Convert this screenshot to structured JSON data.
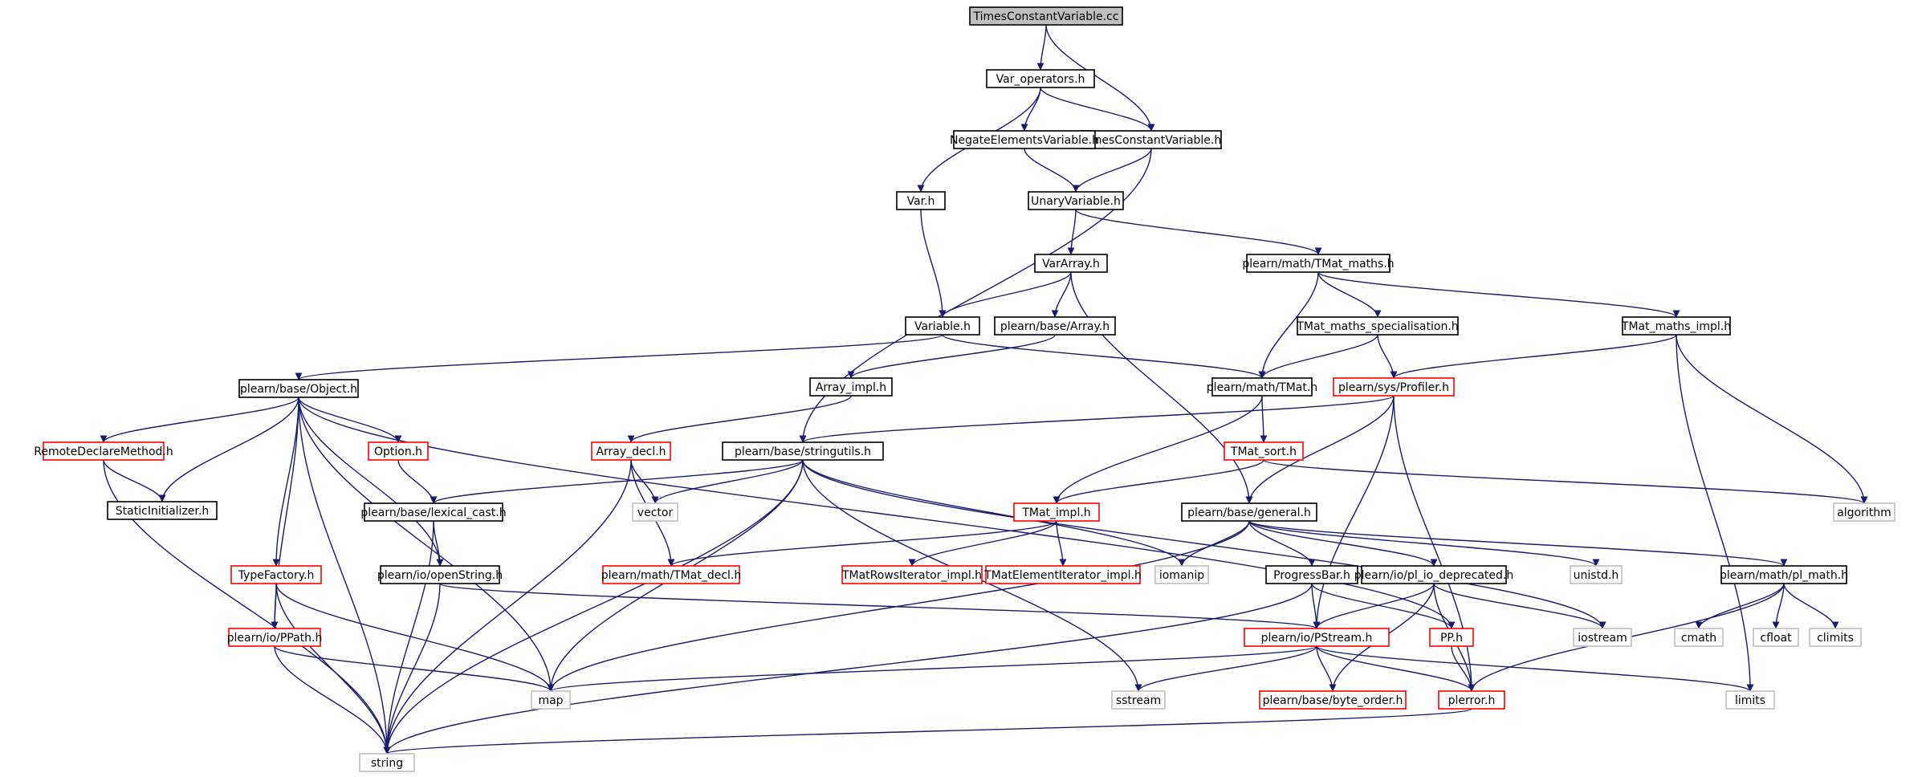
{
  "colors": {
    "edge": "#191970",
    "root_fill": "#bfbfbf",
    "border_documented": "#000000",
    "border_truncated": "#ff0000",
    "border_external": "#bfbfbf"
  },
  "nodes": [
    {
      "id": "n_root",
      "label": "TimesConstantVariable.cc",
      "kind": "root"
    },
    {
      "id": "n_varops",
      "label": "Var_operators.h",
      "kind": "normal"
    },
    {
      "id": "n_tcvh",
      "label": "TimesConstantVariable.h",
      "kind": "normal"
    },
    {
      "id": "n_neg",
      "label": "NegateElementsVariable.h",
      "kind": "normal"
    },
    {
      "id": "n_var",
      "label": "Var.h",
      "kind": "normal"
    },
    {
      "id": "n_unary",
      "label": "UnaryVariable.h",
      "kind": "normal"
    },
    {
      "id": "n_vararray",
      "label": "VarArray.h",
      "kind": "normal"
    },
    {
      "id": "n_tmatmaths",
      "label": "plearn/math/TMat_maths.h",
      "kind": "normal"
    },
    {
      "id": "n_variable",
      "label": "Variable.h",
      "kind": "normal"
    },
    {
      "id": "n_array",
      "label": "plearn/base/Array.h",
      "kind": "normal"
    },
    {
      "id": "n_spec",
      "label": "TMat_maths_specialisation.h",
      "kind": "normal"
    },
    {
      "id": "n_mathsimpl",
      "label": "TMat_maths_impl.h",
      "kind": "normal"
    },
    {
      "id": "n_object",
      "label": "plearn/base/Object.h",
      "kind": "normal"
    },
    {
      "id": "n_arrayimpl",
      "label": "Array_impl.h",
      "kind": "normal"
    },
    {
      "id": "n_tmat",
      "label": "plearn/math/TMat.h",
      "kind": "normal"
    },
    {
      "id": "n_profiler",
      "label": "plearn/sys/Profiler.h",
      "kind": "truncated"
    },
    {
      "id": "n_remote",
      "label": "RemoteDeclareMethod.h",
      "kind": "truncated"
    },
    {
      "id": "n_option",
      "label": "Option.h",
      "kind": "truncated"
    },
    {
      "id": "n_arraydecl",
      "label": "Array_decl.h",
      "kind": "truncated"
    },
    {
      "id": "n_stringutils",
      "label": "plearn/base/stringutils.h",
      "kind": "normal"
    },
    {
      "id": "n_tmatsort",
      "label": "TMat_sort.h",
      "kind": "truncated"
    },
    {
      "id": "n_static",
      "label": "StaticInitializer.h",
      "kind": "normal"
    },
    {
      "id": "n_lexical",
      "label": "plearn/base/lexical_cast.h",
      "kind": "normal"
    },
    {
      "id": "n_vector",
      "label": "vector",
      "kind": "external"
    },
    {
      "id": "n_tmatimpl",
      "label": "TMat_impl.h",
      "kind": "truncated"
    },
    {
      "id": "n_general",
      "label": "plearn/base/general.h",
      "kind": "normal"
    },
    {
      "id": "n_algorithm",
      "label": "algorithm",
      "kind": "external"
    },
    {
      "id": "n_typefactory",
      "label": "TypeFactory.h",
      "kind": "truncated"
    },
    {
      "id": "n_openstring",
      "label": "plearn/io/openString.h",
      "kind": "normal"
    },
    {
      "id": "n_tmatdecl",
      "label": "plearn/math/TMat_decl.h",
      "kind": "truncated"
    },
    {
      "id": "n_rowsiter",
      "label": "TMatRowsIterator_impl.h",
      "kind": "truncated"
    },
    {
      "id": "n_elemiter",
      "label": "TMatElementIterator_impl.h",
      "kind": "truncated"
    },
    {
      "id": "n_iomanip",
      "label": "iomanip",
      "kind": "external"
    },
    {
      "id": "n_progress",
      "label": "ProgressBar.h",
      "kind": "normal"
    },
    {
      "id": "n_pliodep",
      "label": "plearn/io/pl_io_deprecated.h",
      "kind": "normal"
    },
    {
      "id": "n_unistd",
      "label": "unistd.h",
      "kind": "external"
    },
    {
      "id": "n_plmath",
      "label": "plearn/math/pl_math.h",
      "kind": "normal"
    },
    {
      "id": "n_ppath",
      "label": "plearn/io/PPath.h",
      "kind": "truncated"
    },
    {
      "id": "n_pstream",
      "label": "plearn/io/PStream.h",
      "kind": "truncated"
    },
    {
      "id": "n_pp",
      "label": "PP.h",
      "kind": "truncated"
    },
    {
      "id": "n_iostream",
      "label": "iostream",
      "kind": "external"
    },
    {
      "id": "n_cmath",
      "label": "cmath",
      "kind": "external"
    },
    {
      "id": "n_cfloat",
      "label": "cfloat",
      "kind": "external"
    },
    {
      "id": "n_climits",
      "label": "climits",
      "kind": "external"
    },
    {
      "id": "n_map",
      "label": "map",
      "kind": "external"
    },
    {
      "id": "n_sstream",
      "label": "sstream",
      "kind": "external"
    },
    {
      "id": "n_byteorder",
      "label": "plearn/base/byte_order.h",
      "kind": "truncated"
    },
    {
      "id": "n_plerror",
      "label": "plerror.h",
      "kind": "truncated"
    },
    {
      "id": "n_limits",
      "label": "limits",
      "kind": "external"
    },
    {
      "id": "n_string",
      "label": "string",
      "kind": "external"
    }
  ],
  "edges": [
    [
      "n_root",
      "n_varops"
    ],
    [
      "n_root",
      "n_tcvh"
    ],
    [
      "n_varops",
      "n_var"
    ],
    [
      "n_varops",
      "n_neg"
    ],
    [
      "n_varops",
      "n_tcvh"
    ],
    [
      "n_tcvh",
      "n_unary"
    ],
    [
      "n_tcvh",
      "n_stringutils"
    ],
    [
      "n_neg",
      "n_unary"
    ],
    [
      "n_var",
      "n_variable"
    ],
    [
      "n_unary",
      "n_vararray"
    ],
    [
      "n_unary",
      "n_tmatmaths"
    ],
    [
      "n_vararray",
      "n_variable"
    ],
    [
      "n_vararray",
      "n_array"
    ],
    [
      "n_vararray",
      "n_general"
    ],
    [
      "n_tmatmaths",
      "n_tmat"
    ],
    [
      "n_tmatmaths",
      "n_spec"
    ],
    [
      "n_tmatmaths",
      "n_mathsimpl"
    ],
    [
      "n_variable",
      "n_object"
    ],
    [
      "n_variable",
      "n_tmat"
    ],
    [
      "n_array",
      "n_arrayimpl"
    ],
    [
      "n_spec",
      "n_tmat"
    ],
    [
      "n_spec",
      "n_profiler"
    ],
    [
      "n_mathsimpl",
      "n_profiler"
    ],
    [
      "n_mathsimpl",
      "n_algorithm"
    ],
    [
      "n_mathsimpl",
      "n_limits"
    ],
    [
      "n_object",
      "n_remote"
    ],
    [
      "n_object",
      "n_static"
    ],
    [
      "n_object",
      "n_option"
    ],
    [
      "n_object",
      "n_typefactory"
    ],
    [
      "n_object",
      "n_ppath"
    ],
    [
      "n_object",
      "n_openstring"
    ],
    [
      "n_object",
      "n_map"
    ],
    [
      "n_object",
      "n_string"
    ],
    [
      "n_object",
      "n_pp"
    ],
    [
      "n_arrayimpl",
      "n_arraydecl"
    ],
    [
      "n_tmat",
      "n_tmatsort"
    ],
    [
      "n_tmat",
      "n_tmatimpl"
    ],
    [
      "n_profiler",
      "n_stringutils"
    ],
    [
      "n_profiler",
      "n_general"
    ],
    [
      "n_profiler",
      "n_pstream"
    ],
    [
      "n_profiler",
      "n_plerror"
    ],
    [
      "n_remote",
      "n_static"
    ],
    [
      "n_remote",
      "n_string"
    ],
    [
      "n_option",
      "n_lexical"
    ],
    [
      "n_arraydecl",
      "n_vector"
    ],
    [
      "n_arraydecl",
      "n_tmatdecl"
    ],
    [
      "n_arraydecl",
      "n_string"
    ],
    [
      "n_stringutils",
      "n_lexical"
    ],
    [
      "n_stringutils",
      "n_vector"
    ],
    [
      "n_stringutils",
      "n_map"
    ],
    [
      "n_stringutils",
      "n_string"
    ],
    [
      "n_stringutils",
      "n_sstream"
    ],
    [
      "n_stringutils",
      "n_iomanip"
    ],
    [
      "n_stringutils",
      "n_iostream"
    ],
    [
      "n_tmatsort",
      "n_tmatimpl"
    ],
    [
      "n_tmatsort",
      "n_algorithm"
    ],
    [
      "n_lexical",
      "n_openstring"
    ],
    [
      "n_lexical",
      "n_string"
    ],
    [
      "n_tmatimpl",
      "n_tmatdecl"
    ],
    [
      "n_tmatimpl",
      "n_rowsiter"
    ],
    [
      "n_tmatimpl",
      "n_elemiter"
    ],
    [
      "n_general",
      "n_iomanip"
    ],
    [
      "n_general",
      "n_progress"
    ],
    [
      "n_general",
      "n_pliodep"
    ],
    [
      "n_general",
      "n_unistd"
    ],
    [
      "n_general",
      "n_plmath"
    ],
    [
      "n_general",
      "n_map"
    ],
    [
      "n_typefactory",
      "n_ppath"
    ],
    [
      "n_typefactory",
      "n_map"
    ],
    [
      "n_typefactory",
      "n_string"
    ],
    [
      "n_openstring",
      "n_pstream"
    ],
    [
      "n_openstring",
      "n_string"
    ],
    [
      "n_progress",
      "n_pstream"
    ],
    [
      "n_progress",
      "n_pp"
    ],
    [
      "n_progress",
      "n_string"
    ],
    [
      "n_pliodep",
      "n_pstream"
    ],
    [
      "n_pliodep",
      "n_iostream"
    ],
    [
      "n_pliodep",
      "n_byteorder"
    ],
    [
      "n_pliodep",
      "n_plerror"
    ],
    [
      "n_plmath",
      "n_cmath"
    ],
    [
      "n_plmath",
      "n_cfloat"
    ],
    [
      "n_plmath",
      "n_climits"
    ],
    [
      "n_plmath",
      "n_plerror"
    ],
    [
      "n_ppath",
      "n_map"
    ],
    [
      "n_ppath",
      "n_string"
    ],
    [
      "n_pstream",
      "n_map"
    ],
    [
      "n_pstream",
      "n_sstream"
    ],
    [
      "n_pstream",
      "n_byteorder"
    ],
    [
      "n_pstream",
      "n_plerror"
    ],
    [
      "n_pstream",
      "n_limits"
    ],
    [
      "n_pp",
      "n_plerror"
    ],
    [
      "n_plerror",
      "n_string"
    ]
  ]
}
